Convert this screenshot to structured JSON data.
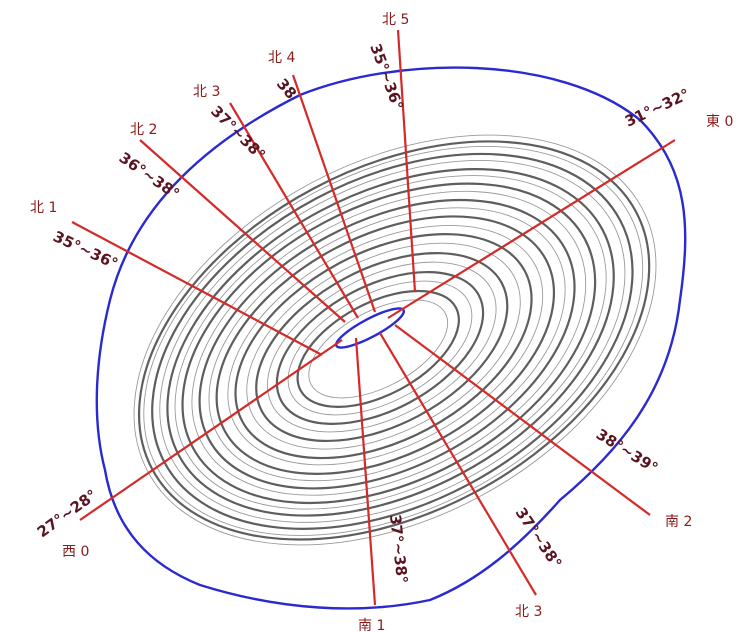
{
  "map": {
    "colors": {
      "section_line": "#d42a2a",
      "section_label": "#8b1a1a",
      "angle_label": "#5a1420",
      "pit_boundary": "#2a2ad0",
      "contour": "#6a6a6a"
    },
    "sections": [
      {
        "id": "bei5",
        "label": "北 5",
        "angle": "35°~36°"
      },
      {
        "id": "bei4",
        "label": "北 4",
        "angle": "38"
      },
      {
        "id": "bei3",
        "label": "北 3",
        "angle": "37°~38°"
      },
      {
        "id": "bei2",
        "label": "北 2",
        "angle": "36°~38°"
      },
      {
        "id": "bei1",
        "label": "北 1",
        "angle": "35°~36°"
      },
      {
        "id": "dong0",
        "label": "東 0",
        "angle": "31°~32°"
      },
      {
        "id": "nan2",
        "label": "南 2",
        "angle": "38°~39°"
      },
      {
        "id": "bei3s",
        "label": "北 3",
        "angle": "37°~38°"
      },
      {
        "id": "nan1",
        "label": "南 1",
        "angle": "37°~38°"
      },
      {
        "id": "xi0",
        "label": "西 0",
        "angle": "27°~28°"
      }
    ]
  }
}
